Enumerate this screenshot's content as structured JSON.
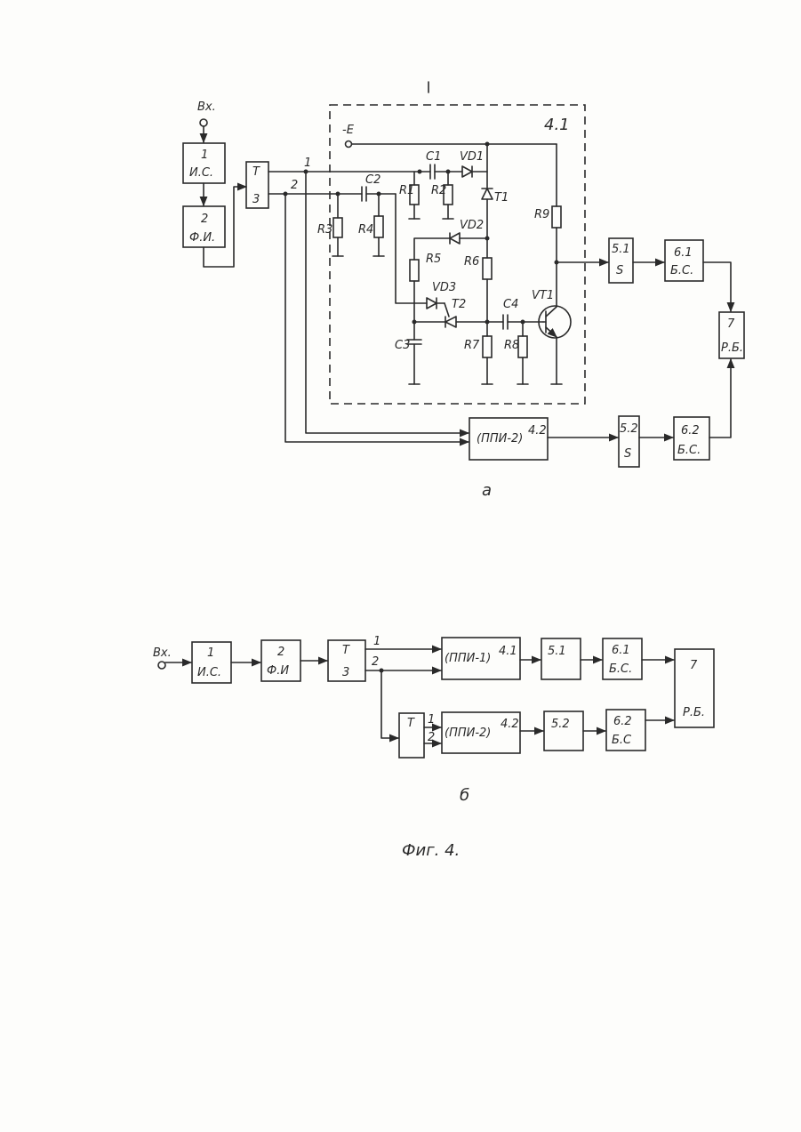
{
  "figure_caption": "Фиг. 4.",
  "sub_a": {
    "caption": "а",
    "input_label": "Вх.",
    "supply_label": "-Е",
    "module_label": "4.1",
    "blocks": {
      "b1_num": "1",
      "b1_txt": "И.С.",
      "b2_num": "2",
      "b2_txt": "Ф.И.",
      "t_top": "Т",
      "t_num": "3",
      "b51_num": "5.1",
      "b51_txt": "S",
      "b61_num": "6.1",
      "b61_txt": "Б.С.",
      "b7_num": "7",
      "b7_txt": "Р.Б.",
      "ppi2_txt": "(ППИ-2)",
      "ppi2_num": "4.2",
      "b52_num": "5.2",
      "b52_txt": "S",
      "b62_num": "6.2",
      "b62_txt": "Б.С."
    },
    "outputs": {
      "out1": "1",
      "out2": "2"
    },
    "components": {
      "c1": "C1",
      "c2": "C2",
      "c3": "C3",
      "c4": "C4",
      "r1": "R1",
      "r2": "R2",
      "r3": "R3",
      "r4": "R4",
      "r5": "R5",
      "r6": "R6",
      "r7": "R7",
      "r8": "R8",
      "r9": "R9",
      "vd1": "VD1",
      "vd2": "VD2",
      "vd3": "VD3",
      "t1": "T1",
      "t2": "T2",
      "vt1": "VT1"
    }
  },
  "sub_b": {
    "caption": "б",
    "input_label": "Вх.",
    "blocks": {
      "b1_num": "1",
      "b1_txt": "И.С.",
      "b2_num": "2",
      "b2_txt": "Ф.И",
      "t_top": "Т",
      "t_num": "3",
      "out1": "1",
      "out2": "2",
      "ppi1_txt": "(ППИ-1)",
      "ppi1_num": "4.1",
      "b51": "5.1",
      "b61_num": "6.1",
      "b61_txt": "Б.С.",
      "b7_num": "7",
      "b7_txt": "Р.Б.",
      "t2_top": "Т",
      "t2_o1": "1",
      "t2_o2": "2",
      "ppi2_txt": "(ППИ-2)",
      "ppi2_num": "4.2",
      "b52": "5.2",
      "b62_num": "6.2",
      "b62_txt": "Б.С"
    }
  }
}
